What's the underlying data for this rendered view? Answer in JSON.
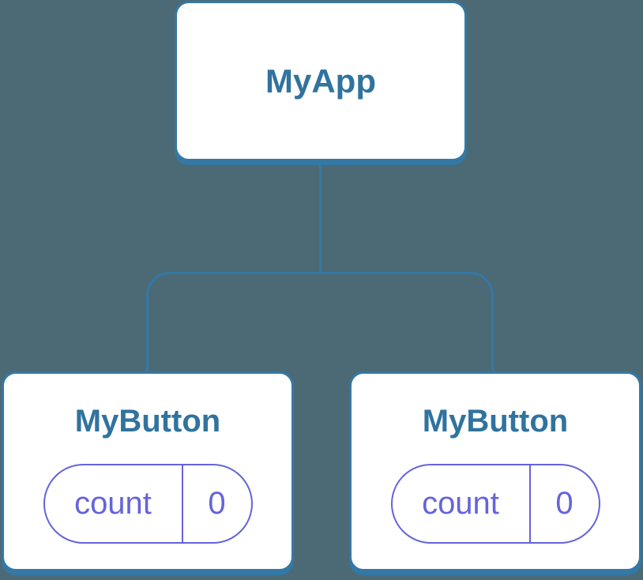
{
  "diagram": {
    "type": "component-tree",
    "colors": {
      "background": "#4C6A75",
      "node_fill": "#ffffff",
      "line_and_border": "#3478A6",
      "node_label_text": "#30739E",
      "state_accent": "#6663DC"
    },
    "root": {
      "label": "MyApp"
    },
    "children": [
      {
        "label": "MyButton",
        "state": {
          "key": "count",
          "value": "0"
        }
      },
      {
        "label": "MyButton",
        "state": {
          "key": "count",
          "value": "0"
        }
      }
    ]
  }
}
